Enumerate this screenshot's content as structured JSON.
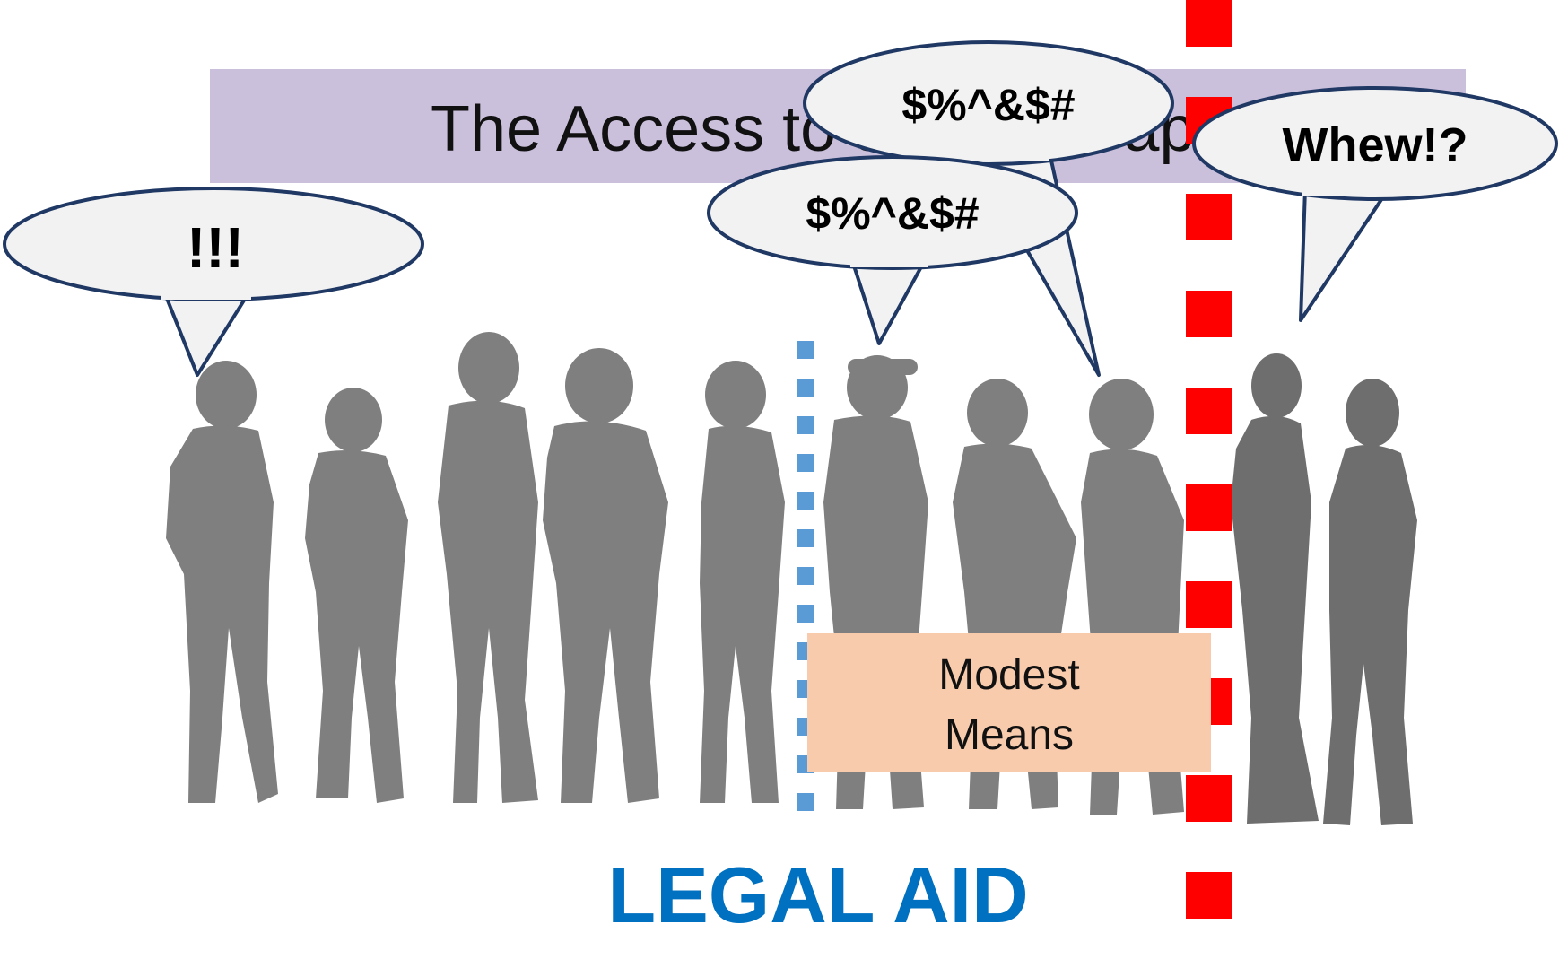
{
  "title": "The Access to Justice Gap",
  "bubbles": {
    "left": "!!!",
    "middle_top": "$%^&$#",
    "middle_bottom": "$%^&$#",
    "right": "Whew!?"
  },
  "labels": {
    "modest_means_line1": "Modest",
    "modest_means_line2": "Means",
    "legal_aid": "LEGAL AID"
  },
  "colors": {
    "title_band": "#cbc0dc",
    "silhouette": "#7f7f7f",
    "silhouette_dark": "#6e6e6e",
    "bubble_fill": "#f2f2f2",
    "bubble_stroke": "#1f3864",
    "blue_dashes": "#5b9bd5",
    "red_dashes": "#ff0000",
    "modest_box": "#f8cbad",
    "legal_aid": "#0070c0"
  }
}
